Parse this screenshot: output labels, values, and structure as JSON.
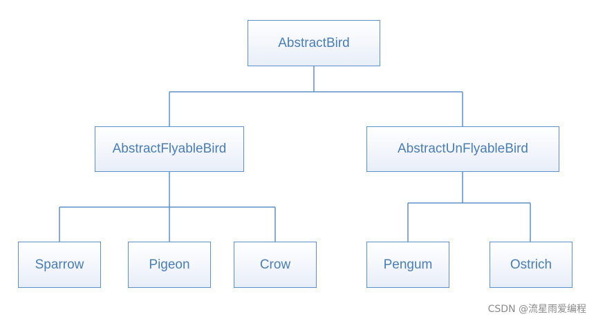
{
  "diagram": {
    "nodes": {
      "root": "AbstractBird",
      "flyable": "AbstractFlyableBird",
      "unflyable": "AbstractUnFlyableBird",
      "sparrow": "Sparrow",
      "pigeon": "Pigeon",
      "crow": "Crow",
      "pengum": "Pengum",
      "ostrich": "Ostrich"
    },
    "colors": {
      "border": "#5b8fc9",
      "text": "#4a7db3",
      "fill_top": "#ffffff",
      "fill_bottom": "#e8eef8"
    }
  },
  "watermark": "CSDN @流星雨爱编程"
}
